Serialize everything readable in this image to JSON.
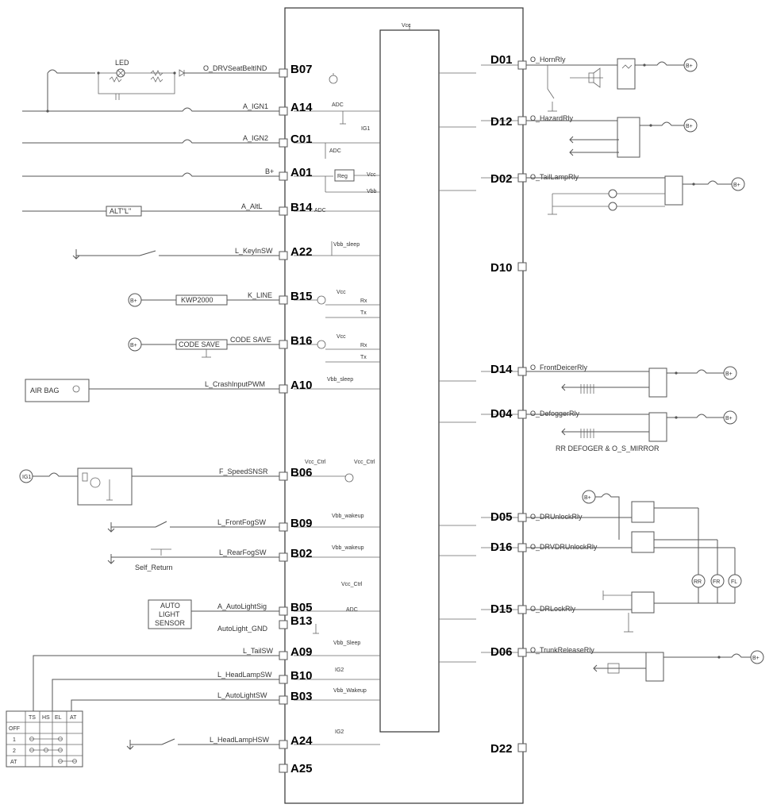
{
  "ic": {
    "vcc_label": "Vcc"
  },
  "left_pins": [
    {
      "pin": "B07",
      "signal": "O_DRVSeatBeltIND"
    },
    {
      "pin": "A14",
      "signal": "A_IGN1"
    },
    {
      "pin": "C01",
      "signal": "A_IGN2"
    },
    {
      "pin": "A01",
      "signal": "B+"
    },
    {
      "pin": "B14",
      "signal": "A_AltL"
    },
    {
      "pin": "A22",
      "signal": "L_KeyInSW"
    },
    {
      "pin": "B15",
      "signal": "K_LINE"
    },
    {
      "pin": "B16",
      "signal": "CODE SAVE"
    },
    {
      "pin": "A10",
      "signal": "L_CrashInputPWM"
    },
    {
      "pin": "B06",
      "signal": "F_SpeedSNSR"
    },
    {
      "pin": "B09",
      "signal": "L_FrontFogSW"
    },
    {
      "pin": "B02",
      "signal": "L_RearFogSW"
    },
    {
      "pin": "B05",
      "signal": "A_AutoLightSig"
    },
    {
      "pin": "B13",
      "signal": "AutoLight_GND"
    },
    {
      "pin": "A09",
      "signal": "L_TailSW"
    },
    {
      "pin": "B10",
      "signal": "L_HeadLampSW"
    },
    {
      "pin": "B03",
      "signal": "L_AutoLightSW"
    },
    {
      "pin": "A24",
      "signal": "L_HeadLampHSW"
    },
    {
      "pin": "A25",
      "signal": ""
    }
  ],
  "right_pins": [
    {
      "pin": "D01",
      "signal": "O_HornRly"
    },
    {
      "pin": "D12",
      "signal": "O_HazardRly"
    },
    {
      "pin": "D02",
      "signal": "O_TailLampRly"
    },
    {
      "pin": "D10",
      "signal": ""
    },
    {
      "pin": "D14",
      "signal": "O_FrontDeicerRly"
    },
    {
      "pin": "D04",
      "signal": "O_DefoggerRly"
    },
    {
      "pin": "D05",
      "signal": "O_DRUnlockRly"
    },
    {
      "pin": "D16",
      "signal": "O_DRVDRUnlockRly"
    },
    {
      "pin": "D15",
      "signal": "O_DRLockRly"
    },
    {
      "pin": "D06",
      "signal": "O_TrunkReleaseRly"
    },
    {
      "pin": "D22",
      "signal": ""
    }
  ],
  "internal_labels": {
    "adc": "ADC",
    "ig1": "IG1",
    "reg": "Reg",
    "vcc": "Vcc",
    "vbb": "Vbb",
    "vbb_sleep": "Vbb_sleep",
    "vbb_sleep_cap": "Vbb_Sleep",
    "vbb_wakeup": "Vbb_wakeup",
    "vbb_wakeup_cap": "Vbb_Wakeup",
    "vcc_ctrl": "Vcc_Ctrl",
    "ig2": "IG2",
    "rx": "Rx",
    "tx": "Tx"
  },
  "external": {
    "led": "LED",
    "alt_l": "ALT\"L\"",
    "kwp2000": "KWP2000",
    "code_save": "CODE SAVE",
    "air_bag": "AIR BAG",
    "ig1_circle": "IG1",
    "b_plus": "B+",
    "self_return": "Self_Return",
    "auto_light_sensor": [
      "AUTO",
      "LIGHT",
      "SENSOR"
    ],
    "rr_defogger": "RR DEFOGER & O_S_MIRROR",
    "door_motors": [
      "RR",
      "FR",
      "FL"
    ]
  },
  "switch_table": {
    "headers": [
      "",
      "TS",
      "HS",
      "EL",
      "AT"
    ],
    "rows": [
      "OFF",
      "1",
      "2",
      "AT"
    ]
  }
}
